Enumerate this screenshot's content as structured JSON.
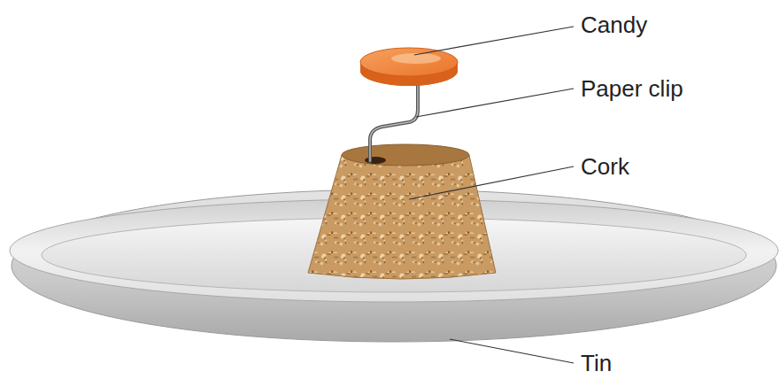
{
  "diagram": {
    "labels": [
      "Candy",
      "Paper clip",
      "Cork",
      "Tin"
    ]
  }
}
